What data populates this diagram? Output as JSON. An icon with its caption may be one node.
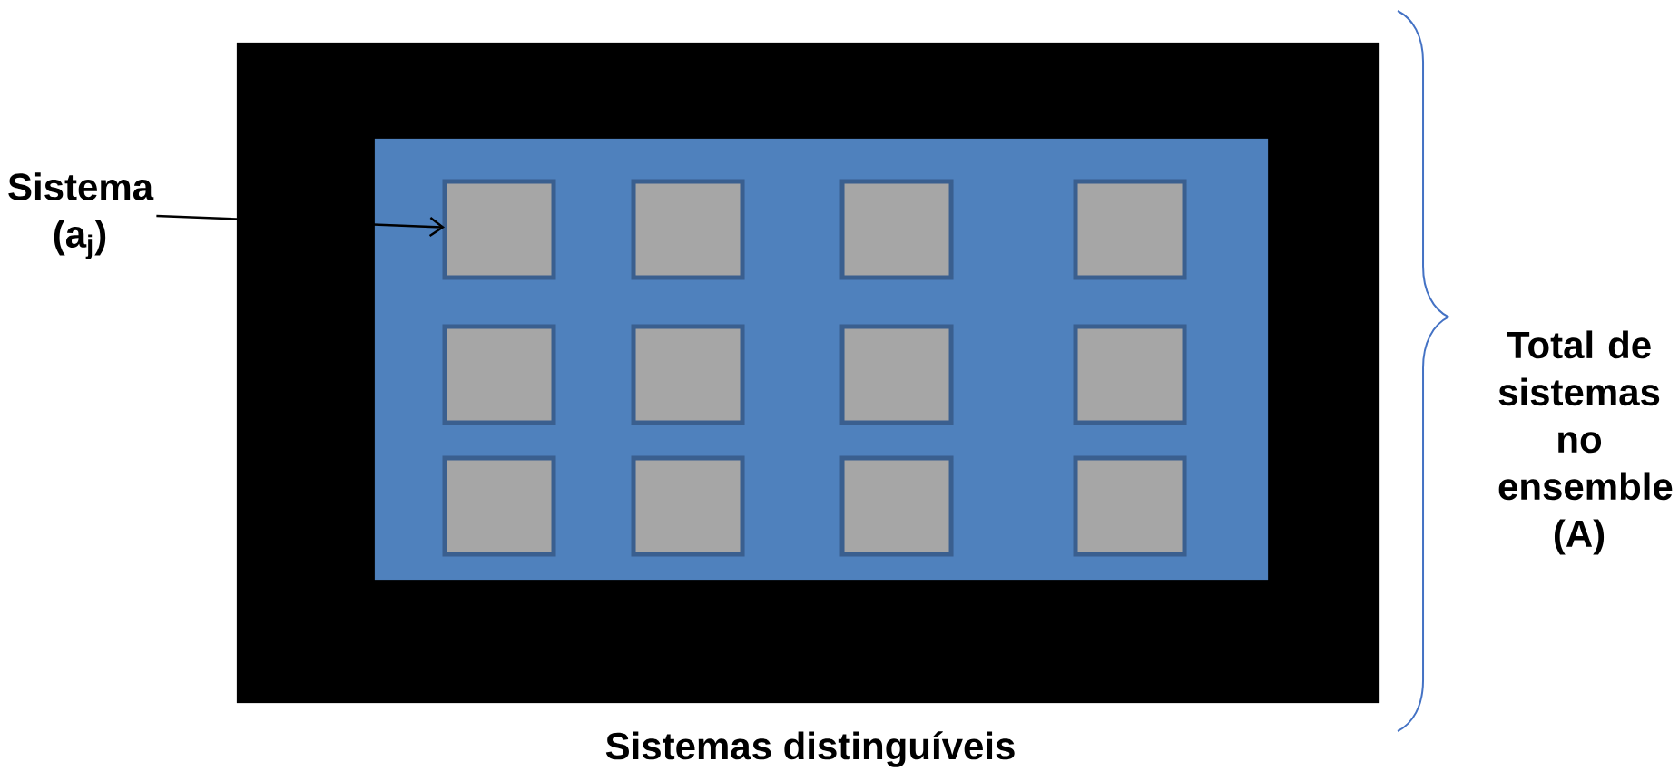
{
  "diagram": {
    "nodes": [
      {
        "text": [
          "Sistema (a$_{j}$)"
        ]
      },
      {
        "text": [],
        "shape": "box"
      },
      {
        "text": [],
        "shape": "box",
        "in": 1
      },
      {
        "text": [],
        "shape": "box",
        "in": 2
      },
      {
        "text": [],
        "shape": "box",
        "in": 2
      },
      {
        "text": [],
        "shape": "box",
        "in": 2
      },
      {
        "text": [],
        "shape": "box",
        "in": 2
      },
      {
        "text": [],
        "shape": "box",
        "in": 2
      },
      {
        "text": [],
        "shape": "box",
        "in": 2
      },
      {
        "text": [],
        "shape": "box",
        "in": 2
      },
      {
        "text": [],
        "shape": "box",
        "in": 2
      },
      {
        "text": [],
        "shape": "box",
        "in": 2
      },
      {
        "text": [],
        "shape": "box",
        "in": 2
      },
      {
        "text": [],
        "shape": "box",
        "in": 2
      },
      {
        "text": [],
        "shape": "box",
        "in": 2
      }
    ],
    "edges": [
      {
        "from": 0,
        "to": 3,
        "arrow": "to"
      }
    ],
    "labels": [
      "Total de sistemas no ensemble (A)",
      "Sistemas distinguíveis"
    ]
  }
}
